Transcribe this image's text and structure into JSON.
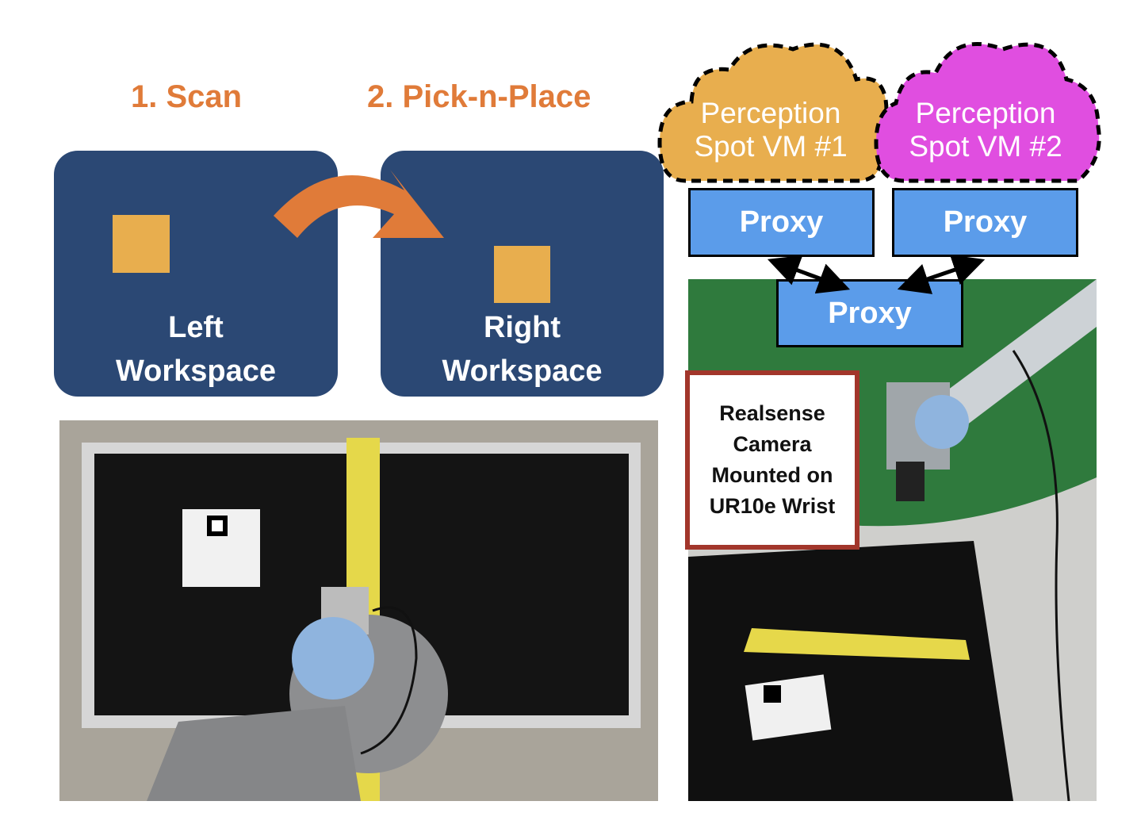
{
  "steps": {
    "scan": "1. Scan",
    "pick": "2. Pick-n-Place"
  },
  "workspaces": {
    "left": {
      "line1": "Left",
      "line2": "Workspace"
    },
    "right": {
      "line1": "Right",
      "line2": "Workspace"
    }
  },
  "clouds": {
    "one": {
      "line1": "Perception",
      "line2": "Spot VM #1",
      "color": "#e8ae4e"
    },
    "two": {
      "line1": "Perception",
      "line2": "Spot VM #2",
      "color": "#e04ee0"
    }
  },
  "proxies": {
    "left": "Proxy",
    "right": "Proxy",
    "center": "Proxy"
  },
  "callout": {
    "line1": "Realsense",
    "line2": "Camera",
    "line3": "Mounted on",
    "line4": "UR10e Wrist"
  },
  "colors": {
    "step_text": "#e07b39",
    "workspace_bg": "#2b4874",
    "object": "#e8ae4e",
    "proxy_bg": "#5b9cea",
    "callout_border": "#a2362b"
  }
}
